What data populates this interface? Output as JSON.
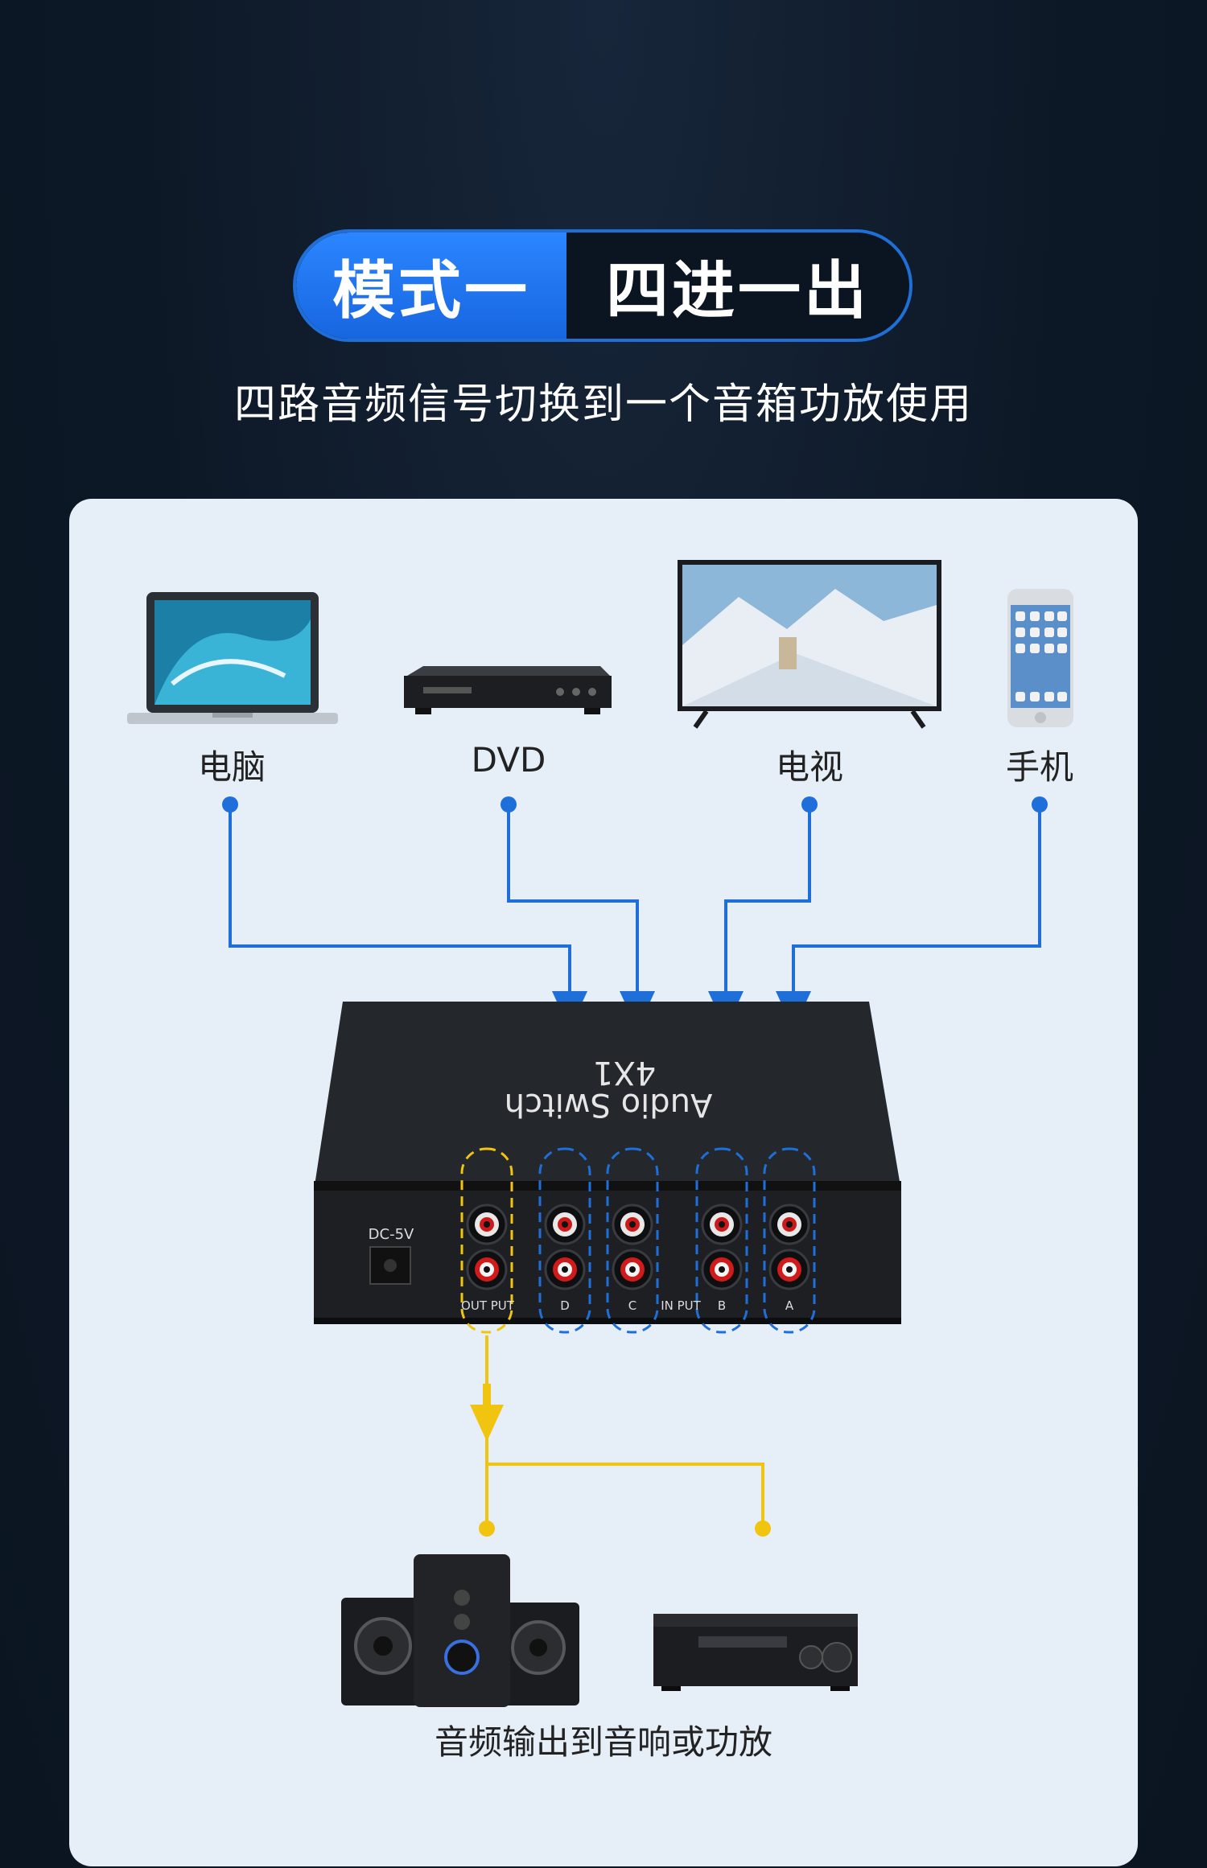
{
  "header": {
    "mode_label": "模式一",
    "mode_title": "四进一出",
    "subtitle": "四路音频信号切换到一个音箱功放使用"
  },
  "sources": [
    {
      "label": "电脑",
      "icon": "laptop-icon"
    },
    {
      "label": "DVD",
      "icon": "dvd-player-icon"
    },
    {
      "label": "电视",
      "icon": "tv-icon"
    },
    {
      "label": "手机",
      "icon": "phone-icon"
    }
  ],
  "device": {
    "top_text_1": "4X1",
    "top_text_2": "Audio Switch",
    "power_label": "DC-5V",
    "output_label": "OUT PUT",
    "input_label": "IN PUT",
    "port_letters": [
      "D",
      "C",
      "B",
      "A"
    ]
  },
  "output": {
    "caption": "音频输出到音响或功放",
    "icons": [
      "speaker-system-icon",
      "amplifier-icon"
    ]
  },
  "colors": {
    "input_line": "#1e6fd9",
    "output_line": "#f1c40f",
    "accent": "#2b86ff"
  }
}
